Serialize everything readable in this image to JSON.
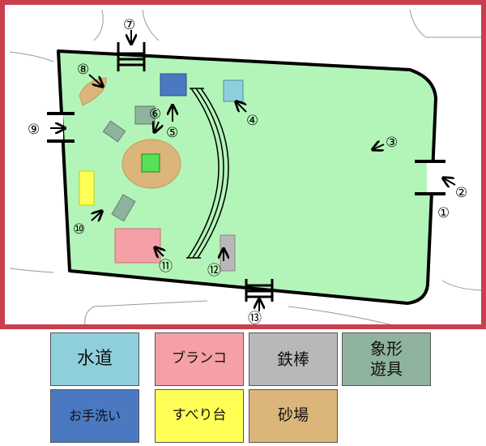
{
  "colors": {
    "frame": "#c8404f",
    "park": "#b3f5b8",
    "water": "#8fcfdc",
    "handwash": "#4a79c2",
    "swing": "#f4a0a6",
    "bar": "#b8b8b8",
    "elephant": "#8fb39c",
    "slide": "#ffff55",
    "sand": "#dbb57a",
    "inner_green": "#55e055"
  },
  "markers": {
    "m1": "①",
    "m2": "②",
    "m3": "③",
    "m4": "④",
    "m5": "⑤",
    "m6": "⑥",
    "m7": "⑦",
    "m8": "⑧",
    "m9": "⑨",
    "m10": "⑩",
    "m11": "⑪",
    "m12": "⑫",
    "m13": "⑬"
  },
  "legend": {
    "water": "水道",
    "swing": "ブランコ",
    "bar": "鉄棒",
    "elephant": "象形\n遊具",
    "handwash": "お手洗い",
    "slide": "すべり台",
    "sand": "砂場"
  }
}
